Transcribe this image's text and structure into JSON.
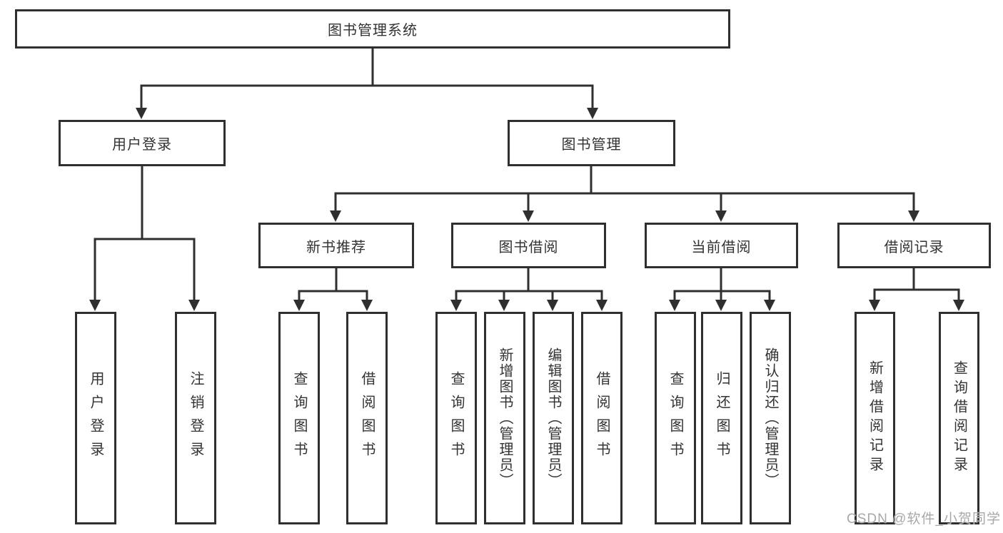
{
  "title": {
    "label": "图书管理系统"
  },
  "tree": {
    "login": {
      "label": "用户登录",
      "children": [
        "用户登录",
        "注销登录"
      ]
    },
    "management": {
      "label": "图书管理",
      "sections": [
        {
          "label": "新书推荐",
          "children": [
            "查询图书",
            "借阅图书"
          ]
        },
        {
          "label": "图书借阅",
          "children": [
            "查询图书",
            "新增图书（管理员）",
            "编辑图书（管理员）",
            "借阅图书"
          ]
        },
        {
          "label": "当前借阅",
          "children": [
            "查询图书",
            "归还图书",
            "确认归还（管理员）"
          ]
        },
        {
          "label": "借阅记录",
          "children": [
            "新增借阅记录",
            "查询借阅记录"
          ]
        }
      ]
    }
  },
  "watermark": {
    "text": "CSDN @软件_小贺同学"
  },
  "colors": {
    "line": "#2f2f2f",
    "text": "#333333",
    "box_background": "#ffffff",
    "watermark": "#a8a8a8"
  }
}
